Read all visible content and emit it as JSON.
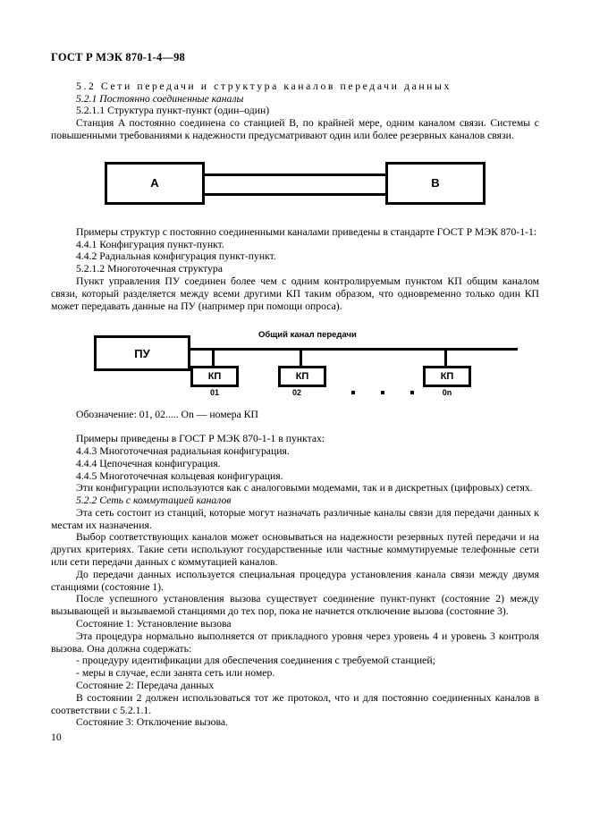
{
  "document": {
    "standard_header": "ГОСТ Р МЭК 870-1-4—98",
    "page_number": "10"
  },
  "section_52": {
    "heading": "5.2 Сети передачи и структура каналов передачи данных",
    "sub_521_heading": "5.2.1  Постоянно соединенные каналы",
    "sub_5211_heading": "5.2.1.1  Структура пункт-пункт (один–один)",
    "para_5211": "Станция A постоянно соединена со станцией B, по крайней мере, одним каналом связи. Системы с повышенными требованиями к надежности предусматривают один или более резервных каналов связи.",
    "para_examples_intro": "Примеры структур с постоянно соединенными каналами приведены в стандарте ГОСТ Р МЭК 870-1-1:",
    "item_441": "4.4.1  Конфигурация пункт-пункт.",
    "item_442": "4.4.2  Радиальная конфигурация пункт-пункт.",
    "sub_5212_heading": "5.2.1.2  Многоточечная структура",
    "para_5212": "Пункт управления ПУ соединен более чем с одним контролируемым пунктом КП общим каналом связи, который разделяется между всеми другими КП таким образом, что одновременно только один КП может передавать данные на ПУ (например при помощи опроса).",
    "designation_note": "Обозначение: 01, 02..... On — номера КП",
    "para_examples_intro2": "Примеры приведены в ГОСТ Р МЭК 870-1-1 в пунктах:",
    "item_443": "4.4.3  Многоточечная радиальная конфигурация.",
    "item_444": "4.4.4  Цепочечная конфигурация.",
    "item_445": "4.4.5  Многоточечная кольцевая конфигурация.",
    "para_configs_usage": "Эти конфигурации используются как с аналоговыми модемами, так и в дискретных (цифровых) сетях."
  },
  "section_522": {
    "heading": "5.2.2  Сеть с коммутацией каналов",
    "para_1": "Эта сеть состоит из станций, которые могут назначать различные каналы связи для передачи данных к местам их назначения.",
    "para_2": "Выбор соответствующих каналов может основываться на надежности резервных путей передачи и на других критериях. Такие сети используют государственные или частные коммутируемые телефонные сети или сети передачи данных с коммутацией каналов.",
    "para_3": "До передачи данных используется специальная процедура установления канала связи между двумя станциями (состояние 1).",
    "para_4": "После успешного установления вызова существует соединение пункт-пункт (состояние 2) между вызывающей и вызываемой станциями до тех пор, пока не начнется отключение вызова (состояние 3).",
    "state1_heading": "Состояние 1: Установление вызова",
    "state1_para": "Эта процедура нормально выполняется от прикладного уровня через уровень 4 и уровень 3 контроля вызова. Она должна содержать:",
    "state1_bullet1": "-  процедуру идентификации для обеспечения соединения с требуемой станцией;",
    "state1_bullet2": "-  меры в случае, если занята сеть или номер.",
    "state2_heading": "Состояние 2: Передача данных",
    "state2_para": "В состоянии 2 должен использоваться тот же протокол, что и для постоянно соединенных каналов в соответствии с 5.2.1.1.",
    "state3_heading": "Состояние 3: Отключение вызова."
  },
  "figure_point_to_point": {
    "station_a": "A",
    "station_b": "B"
  },
  "figure_multidrop": {
    "master_label": "ПУ",
    "bus_label": "Общий канал передачи",
    "nodes": [
      {
        "label": "КП",
        "number": "01"
      },
      {
        "label": "КП",
        "number": "02"
      },
      {
        "label": "КП",
        "number": "0n"
      }
    ]
  }
}
